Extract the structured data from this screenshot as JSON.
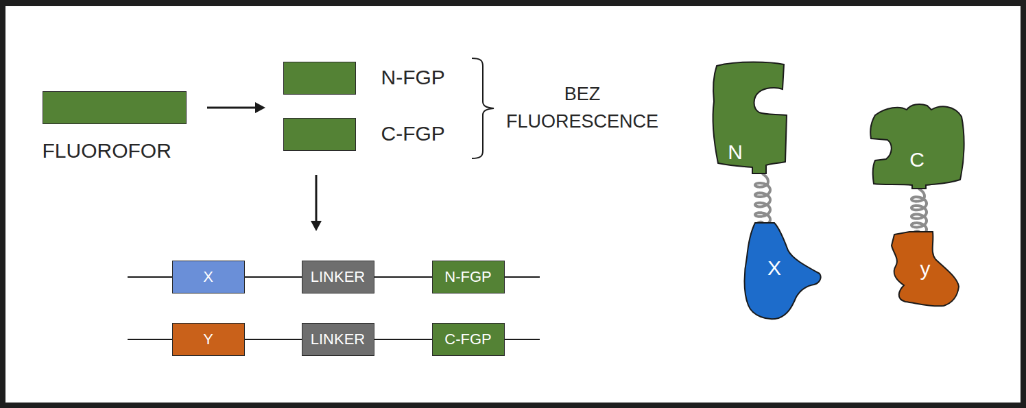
{
  "diagram": {
    "nodes": [
      {
        "text": [
          "FLUOROFOR"
        ]
      },
      {
        "text": [
          "N-FGP"
        ]
      },
      {
        "text": [
          "C-FGP"
        ]
      },
      {
        "text": [
          "X"
        ]
      },
      {
        "text": [
          "LINKER"
        ]
      },
      {
        "text": [
          "N-FGP"
        ]
      },
      {
        "text": [
          "Y"
        ]
      },
      {
        "text": [
          "LINKER"
        ]
      },
      {
        "text": [
          "C-FGP"
        ]
      },
      {
        "text": [
          "N"
        ]
      },
      {
        "text": [
          "X"
        ]
      },
      {
        "text": [
          "C"
        ]
      },
      {
        "text": [
          "y"
        ]
      }
    ],
    "edges": [
      {
        "from": 3,
        "to": 4,
        "arrow": "none"
      },
      {
        "from": 4,
        "to": 5,
        "arrow": "none"
      },
      {
        "from": 6,
        "to": 7,
        "arrow": "none"
      },
      {
        "from": 7,
        "to": 8,
        "arrow": "none"
      },
      {
        "from": 9,
        "to": 10,
        "arrow": "none"
      },
      {
        "from": 11,
        "to": 12,
        "arrow": "none"
      }
    ],
    "labels": [
      "BEZ FLUORESCENCE"
    ]
  }
}
